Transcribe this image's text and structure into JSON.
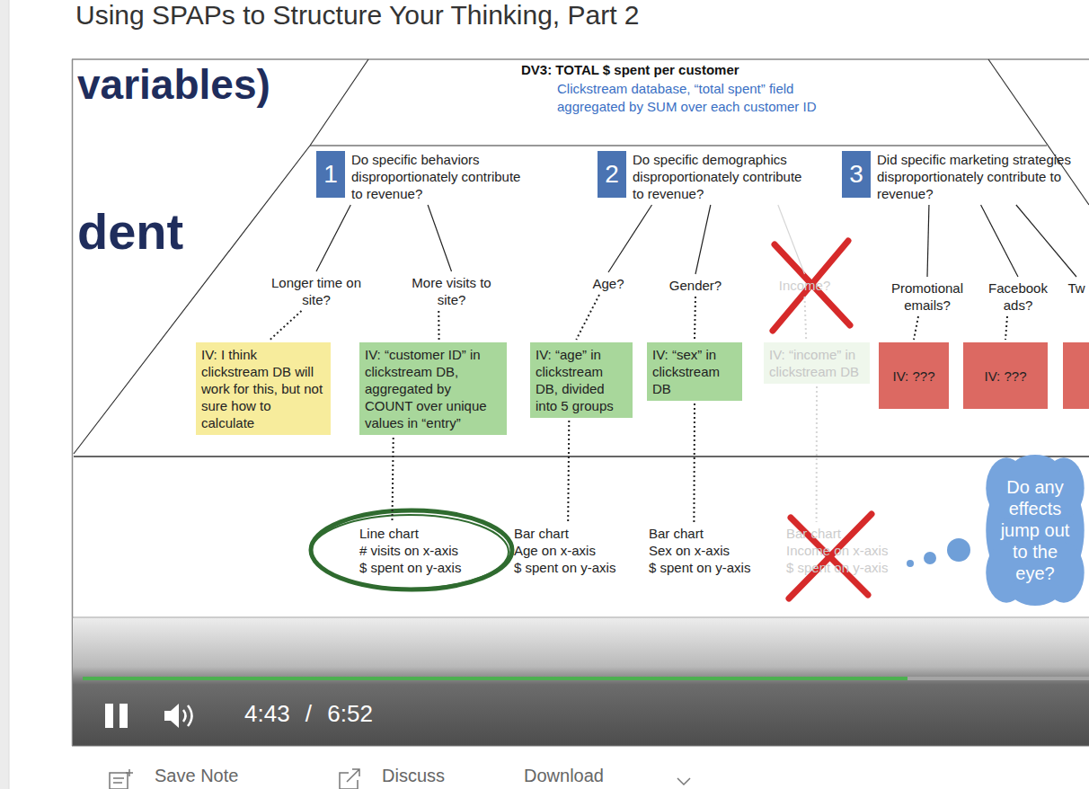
{
  "diagram": {
    "title": "Using SPAPs to Structure Your Thinking, Part 2",
    "nodes": [
      {
        "text": [
          "1",
          "Do specific behaviors disproportionately contribute to revenue?"
        ]
      },
      {
        "text": [
          "2",
          "Do specific demographics disproportionately contribute to revenue?"
        ]
      },
      {
        "text": [
          "3",
          "Did specific marketing strategies disproportionately contribute to revenue?"
        ]
      },
      {
        "text": [
          "Longer time on site?"
        ]
      },
      {
        "text": [
          "More visits to site?"
        ]
      },
      {
        "text": [
          "Age?"
        ]
      },
      {
        "text": [
          "Gender?"
        ]
      },
      {
        "text": [
          "Income?"
        ]
      },
      {
        "text": [
          "Promotional emails?"
        ]
      },
      {
        "text": [
          "Facebook ads?"
        ]
      },
      {
        "text": [
          "Tw"
        ]
      },
      {
        "text": [
          "IV: I think clickstream DB will work for this, but not sure how to calculate"
        ]
      },
      {
        "text": [
          "IV: “customer ID” in clickstream DB, aggregated by COUNT over unique values in “entry”"
        ]
      },
      {
        "text": [
          "IV: “age” in clickstream DB, divided into 5 groups"
        ]
      },
      {
        "text": [
          "IV: “sex” in clickstream DB"
        ]
      },
      {
        "text": [
          "IV: “income” in clickstream DB"
        ]
      },
      {
        "text": [
          "IV: ???"
        ]
      },
      {
        "text": [
          "IV: ???"
        ]
      },
      {
        "text": [
          "Line chart",
          "# visits on x-axis",
          "$ spent on y-axis"
        ]
      },
      {
        "text": [
          "Bar chart",
          "Age on x-axis",
          "$ spent on y-axis"
        ]
      },
      {
        "text": [
          "Bar chart",
          "Sex on x-axis",
          "$ spent on y-axis"
        ]
      },
      {
        "text": [
          "Bar chart",
          "Income on x-axis",
          "$ spent on y-axis"
        ]
      },
      {
        "text": [
          "Do any effects jump out to the eye?"
        ]
      }
    ],
    "edges": [
      {
        "from": 0,
        "to": 3,
        "arrow": "none"
      },
      {
        "from": 0,
        "to": 4,
        "arrow": "none"
      },
      {
        "from": 1,
        "to": 5,
        "arrow": "none"
      },
      {
        "from": 1,
        "to": 6,
        "arrow": "none"
      },
      {
        "from": 1,
        "to": 7,
        "arrow": "none"
      },
      {
        "from": 2,
        "to": 8,
        "arrow": "none"
      },
      {
        "from": 2,
        "to": 9,
        "arrow": "none"
      },
      {
        "from": 2,
        "to": 10,
        "arrow": "none"
      },
      {
        "from": 3,
        "to": 11,
        "arrow": "none"
      },
      {
        "from": 4,
        "to": 12,
        "arrow": "none"
      },
      {
        "from": 5,
        "to": 13,
        "arrow": "none"
      },
      {
        "from": 6,
        "to": 14,
        "arrow": "none"
      },
      {
        "from": 7,
        "to": 15,
        "arrow": "none"
      },
      {
        "from": 8,
        "to": 16,
        "arrow": "none"
      },
      {
        "from": 9,
        "to": 17,
        "arrow": "none"
      },
      {
        "from": 12,
        "to": 18,
        "arrow": "none"
      },
      {
        "from": 13,
        "to": 19,
        "arrow": "none"
      },
      {
        "from": 14,
        "to": 20,
        "arrow": "none"
      },
      {
        "from": 15,
        "to": 21,
        "arrow": "none"
      }
    ],
    "labels": [
      "variables)",
      "dent",
      "DV3: TOTAL $ spent per customer",
      "Clickstream database, “total spent” field aggregated by SUM over each customer ID",
      "4:43 / 6:52",
      "Save Note",
      "Discuss",
      "Download"
    ]
  }
}
